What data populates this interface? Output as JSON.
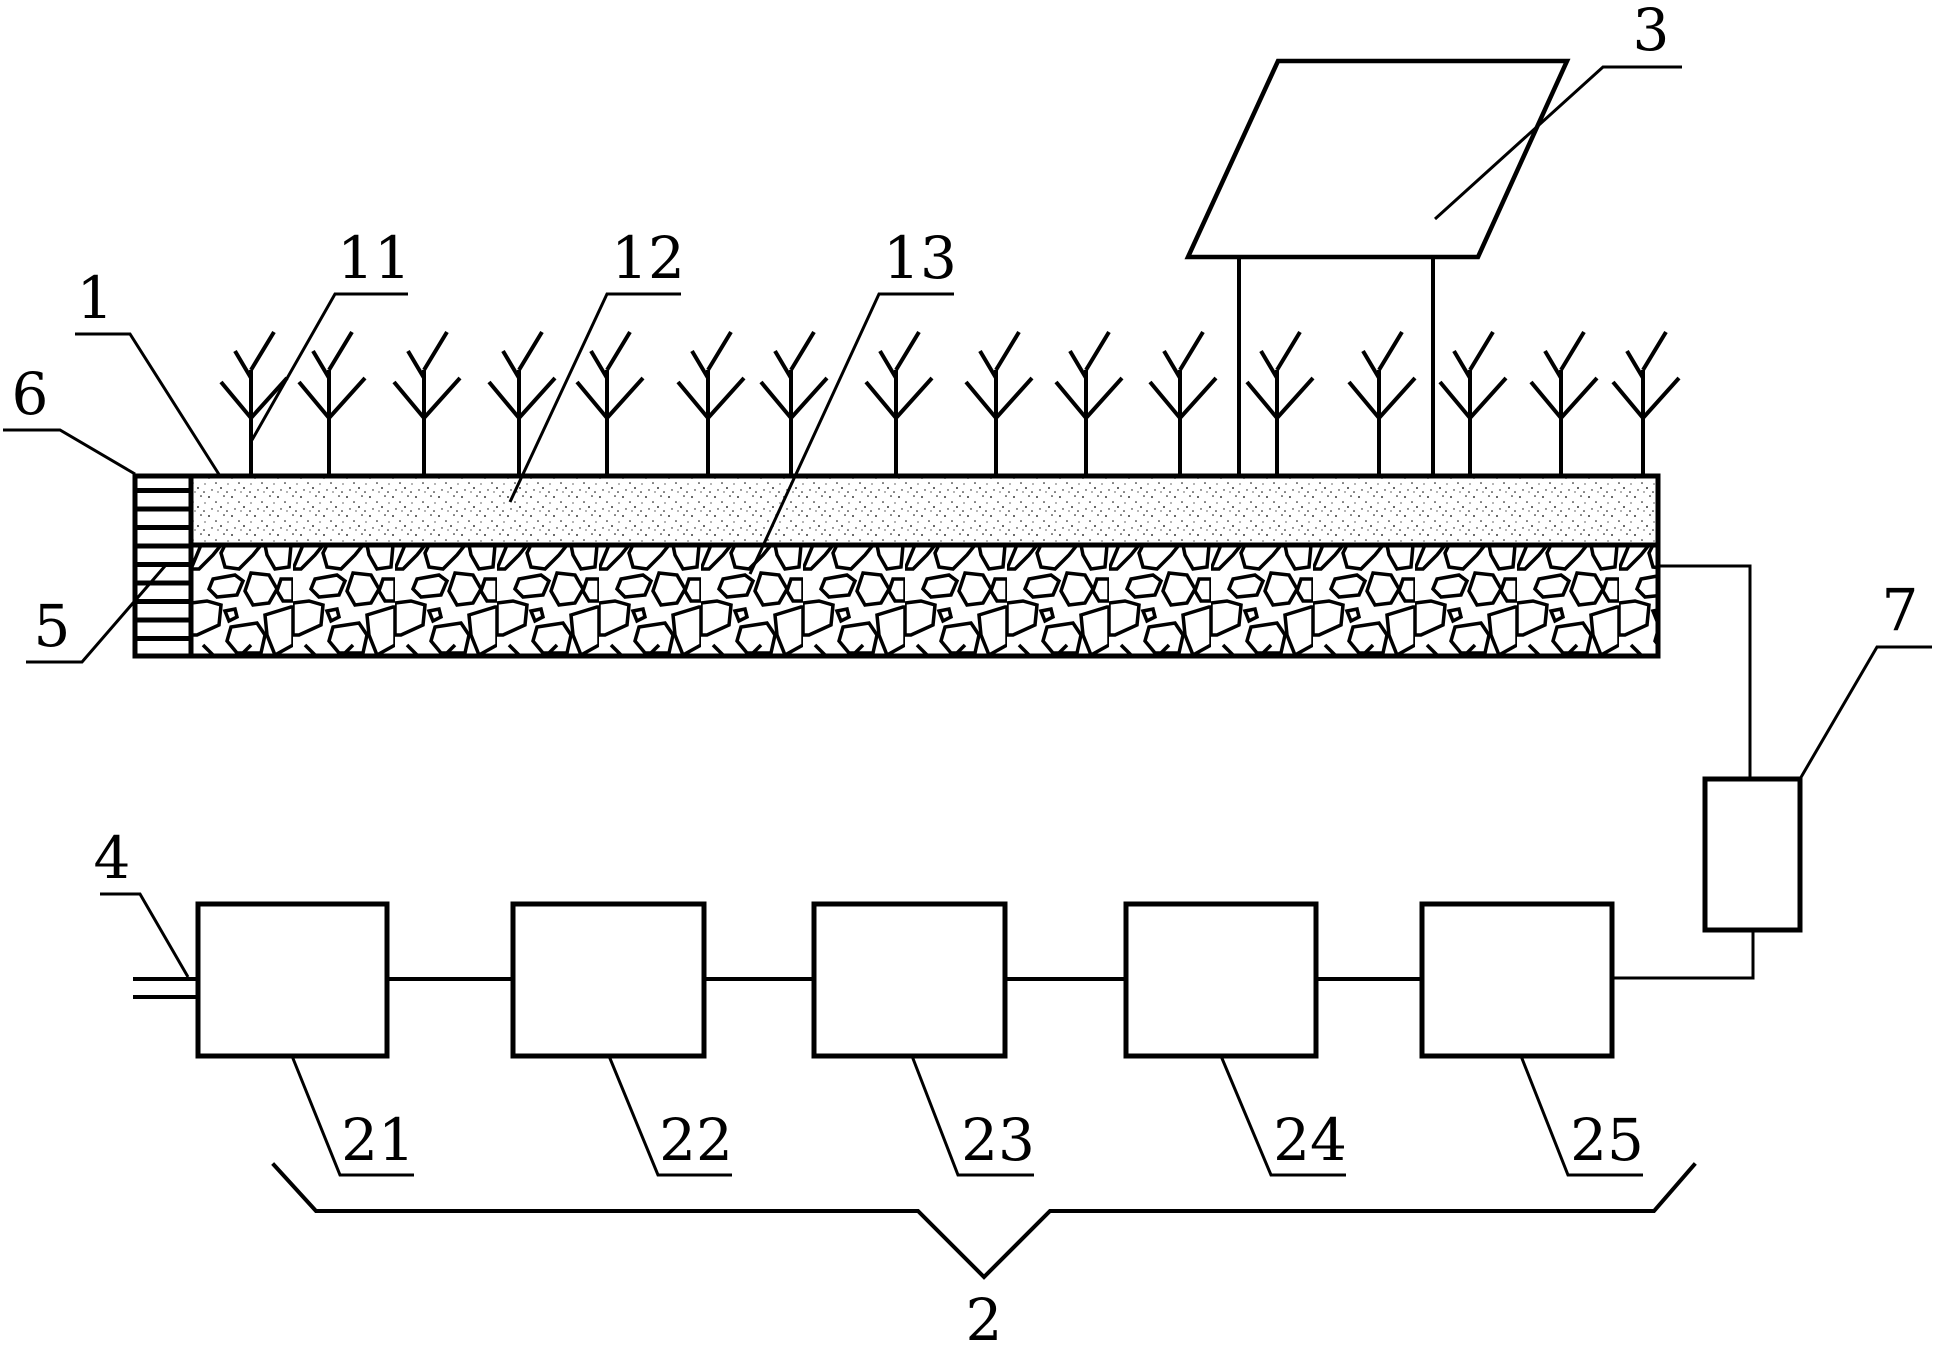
{
  "figure": {
    "title": "Schematic of planted treatment bed with solar panel and water treatment unit chain",
    "colors": {
      "line": "#000000",
      "background": "#ffffff"
    }
  },
  "labels": {
    "bed": "1",
    "treatment_chain": "2",
    "solar_panel": "3",
    "inlet": "4",
    "side_wall_fill": "5",
    "side_wall": "6",
    "pump_unit": "7",
    "plants": "11",
    "soil_layer": "12",
    "gravel_layer": "13",
    "unit_1": "21",
    "unit_2": "22",
    "unit_3": "23",
    "unit_4": "24",
    "unit_5": "25"
  },
  "components": {
    "plant_count": 16,
    "treatment_units": [
      "21",
      "22",
      "23",
      "24",
      "25"
    ],
    "layers": [
      "12",
      "13"
    ],
    "icon_plant": "plant-icon",
    "icon_solar": "solar-panel-icon"
  }
}
